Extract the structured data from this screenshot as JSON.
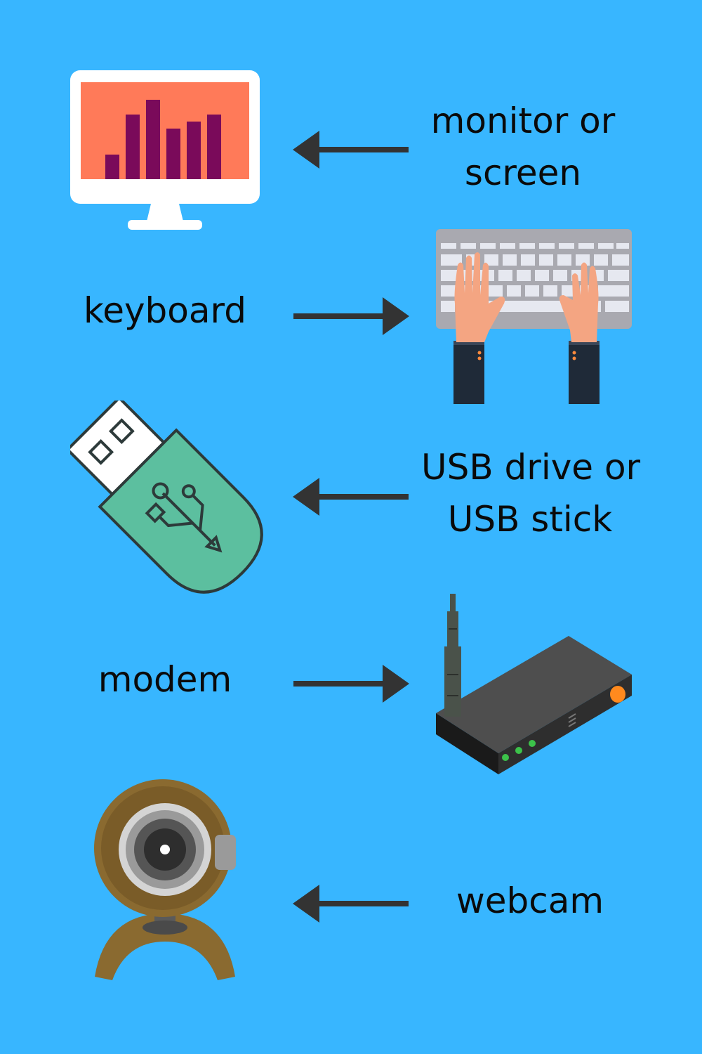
{
  "items": [
    {
      "name": "monitor",
      "label_lines": [
        "monitor or",
        "screen"
      ],
      "icon": "monitor-icon",
      "arrow_direction": "left"
    },
    {
      "name": "keyboard",
      "label_lines": [
        "keyboard"
      ],
      "icon": "keyboard-with-hands-icon",
      "arrow_direction": "right"
    },
    {
      "name": "usb",
      "label_lines": [
        "USB drive or",
        "USB stick"
      ],
      "icon": "usb-drive-icon",
      "arrow_direction": "left"
    },
    {
      "name": "modem",
      "label_lines": [
        "modem"
      ],
      "icon": "modem-router-icon",
      "arrow_direction": "right"
    },
    {
      "name": "webcam",
      "label_lines": [
        "webcam"
      ],
      "icon": "webcam-icon",
      "arrow_direction": "left"
    }
  ],
  "colors": {
    "background": "#38b6ff",
    "text": "#0a0a0a",
    "arrow": "#333333",
    "monitor_screen": "#ff7a59",
    "monitor_bars": "#7a0a5a",
    "usb_body": "#5cbf9f",
    "router_body": "#3a3a3a",
    "webcam_shell": "#8a6a30"
  }
}
